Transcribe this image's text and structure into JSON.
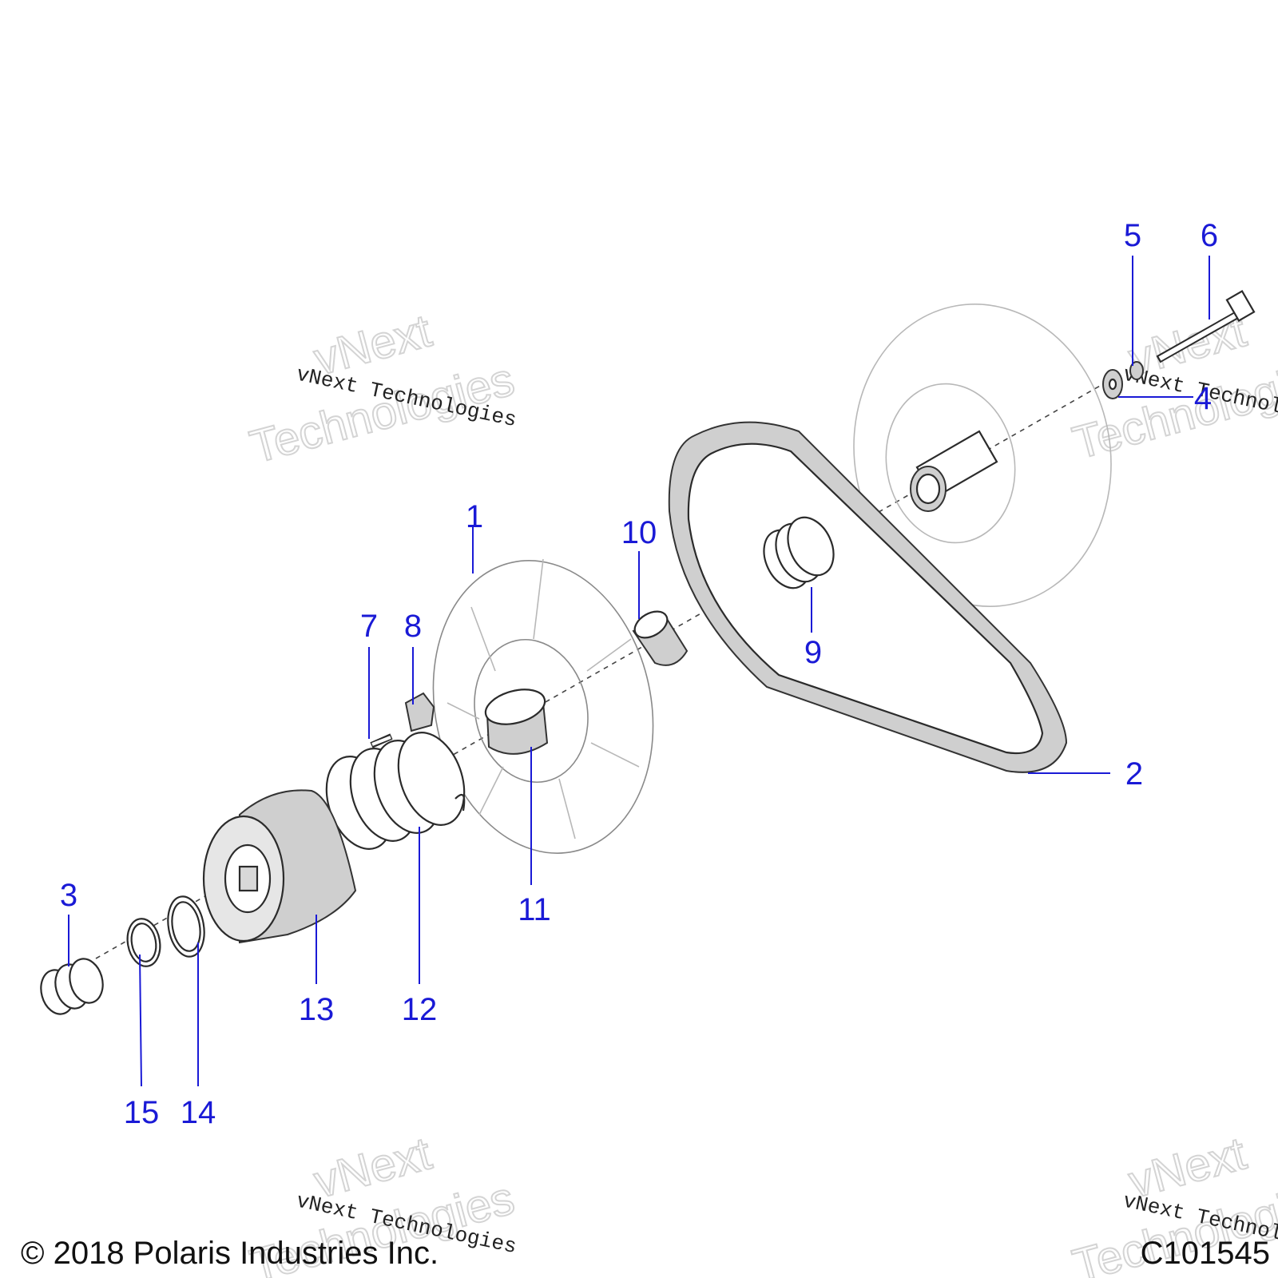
{
  "callouts": [
    {
      "id": "1",
      "label": "1"
    },
    {
      "id": "2",
      "label": "2"
    },
    {
      "id": "3",
      "label": "3"
    },
    {
      "id": "4",
      "label": "4"
    },
    {
      "id": "5",
      "label": "5"
    },
    {
      "id": "6",
      "label": "6"
    },
    {
      "id": "7",
      "label": "7"
    },
    {
      "id": "8",
      "label": "8"
    },
    {
      "id": "9",
      "label": "9"
    },
    {
      "id": "10",
      "label": "10"
    },
    {
      "id": "11",
      "label": "11"
    },
    {
      "id": "12",
      "label": "12"
    },
    {
      "id": "13",
      "label": "13"
    },
    {
      "id": "14",
      "label": "14"
    },
    {
      "id": "15",
      "label": "15"
    }
  ],
  "watermark": {
    "small": "vNext Technologies",
    "big_line1": "vNext",
    "big_line2": "Technologies"
  },
  "footer": {
    "copyright": "© 2018 Polaris Industries Inc.",
    "figure_id": "C101545"
  },
  "colors": {
    "callout": "#1a1ad6",
    "line_art": "#2b2b2b",
    "background": "#ffffff"
  }
}
